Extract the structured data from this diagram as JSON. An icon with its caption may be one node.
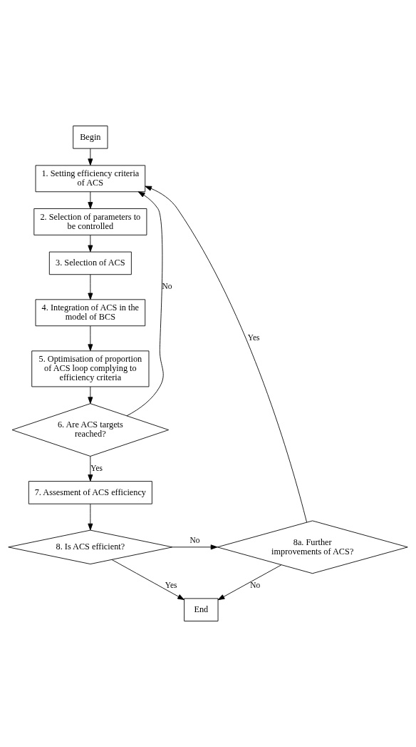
{
  "diagram": {
    "nodes": [
      {
        "text": [
          "Begin"
        ]
      },
      {
        "text": [
          "1. Setting efficiency criteria of ACS"
        ]
      },
      {
        "text": [
          "2. Selection of parameters to be controlled"
        ]
      },
      {
        "text": [
          "3. Selection of ACS"
        ]
      },
      {
        "text": [
          "4. Integration of ACS in the model of BCS"
        ]
      },
      {
        "text": [
          "5. Optimisation of proportion of ACS loop complying to efficiency criteria"
        ]
      },
      {
        "text": [
          "6. Are ACS targets reached?"
        ]
      },
      {
        "text": [
          "7. Assesment of ACS efficiency"
        ]
      },
      {
        "text": [
          "8. Is ACS efficient?"
        ]
      },
      {
        "text": [
          "8a. Further improvements of ACS?"
        ]
      },
      {
        "text": [
          "End"
        ]
      }
    ],
    "edges": [
      {
        "from": 0,
        "to": 1,
        "arrow": "to"
      },
      {
        "from": 1,
        "to": 2,
        "arrow": "to"
      },
      {
        "from": 2,
        "to": 3,
        "arrow": "to"
      },
      {
        "from": 3,
        "to": 4,
        "arrow": "to"
      },
      {
        "from": 4,
        "to": 5,
        "arrow": "to"
      },
      {
        "from": 5,
        "to": 6,
        "arrow": "to"
      },
      {
        "from": 6,
        "to": 1,
        "label": "No",
        "arrow": "to"
      },
      {
        "from": 6,
        "to": 7,
        "label": "Yes",
        "arrow": "to"
      },
      {
        "from": 7,
        "to": 8,
        "arrow": "to"
      },
      {
        "from": 8,
        "to": 9,
        "label": "No",
        "arrow": "to"
      },
      {
        "from": 8,
        "to": 10,
        "label": "Yes",
        "arrow": "to"
      },
      {
        "from": 9,
        "to": 1,
        "label": "Yes",
        "arrow": "to"
      },
      {
        "from": 9,
        "to": 10,
        "label": "No",
        "arrow": "to"
      }
    ]
  }
}
